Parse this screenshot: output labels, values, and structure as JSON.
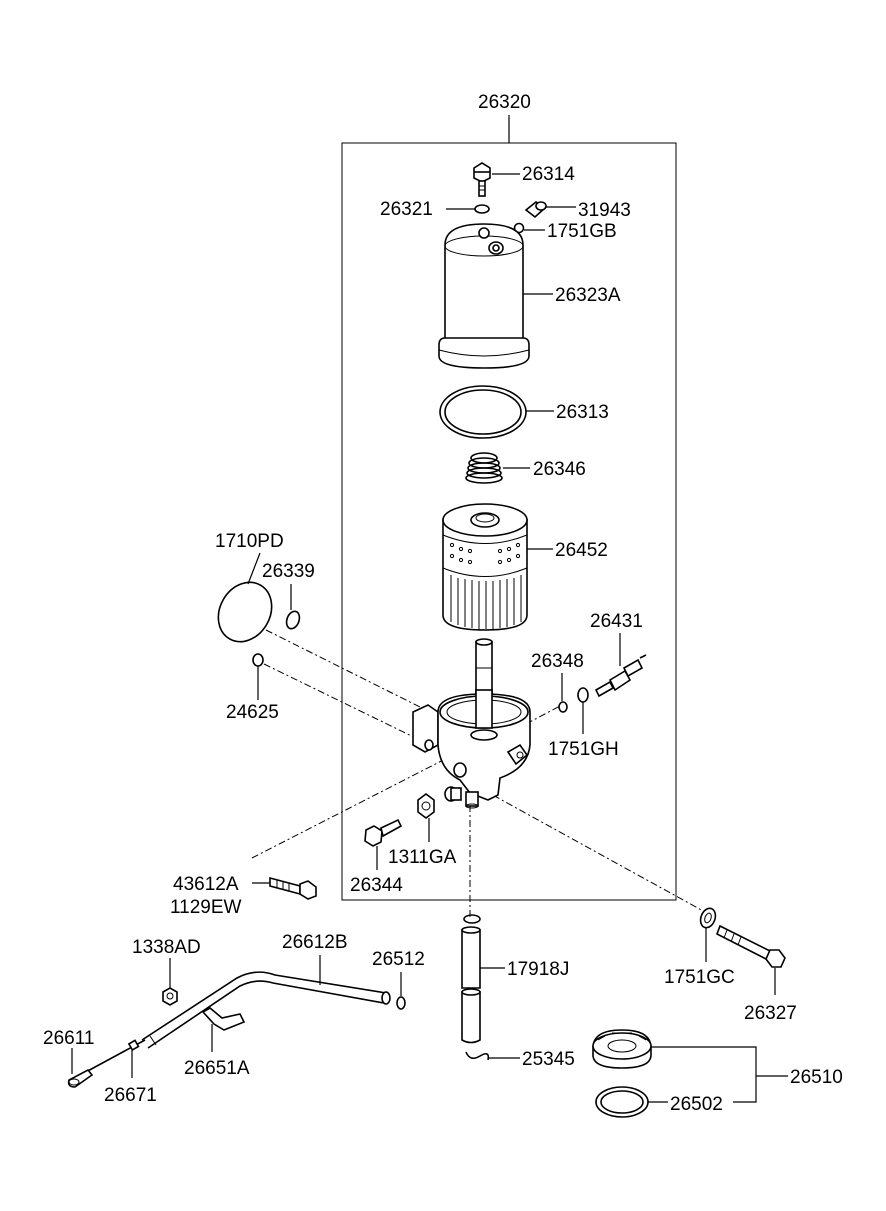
{
  "labels": {
    "assembly": "26320",
    "bolt_top": "26314",
    "oring_small": "26321",
    "bolt_small": "31943",
    "washer_small": "1751GB",
    "cover": "26323A",
    "gasket": "26313",
    "spring": "26346",
    "element": "26452",
    "gasket_large": "1710PD",
    "oring_side": "26339",
    "oring_tiny": "24625",
    "sensor": "26431",
    "oring_sensor": "26348",
    "washer_sensor": "1751GH",
    "nut": "1311GA",
    "bolt_housing": "26344",
    "bolt_mount": "43612A",
    "bolt_mount_alt": "1129EW",
    "nut_guide": "1338AD",
    "guide_tube": "26612B",
    "oring_tube": "26512",
    "dipstick_handle": "26611",
    "dipstick": "26671",
    "bracket": "26651A",
    "hose": "17918J",
    "clamp": "25345",
    "washer_bottom": "1751GC",
    "bolt_bottom": "26327",
    "filler_cap": "26510",
    "cap_gasket": "26502"
  }
}
